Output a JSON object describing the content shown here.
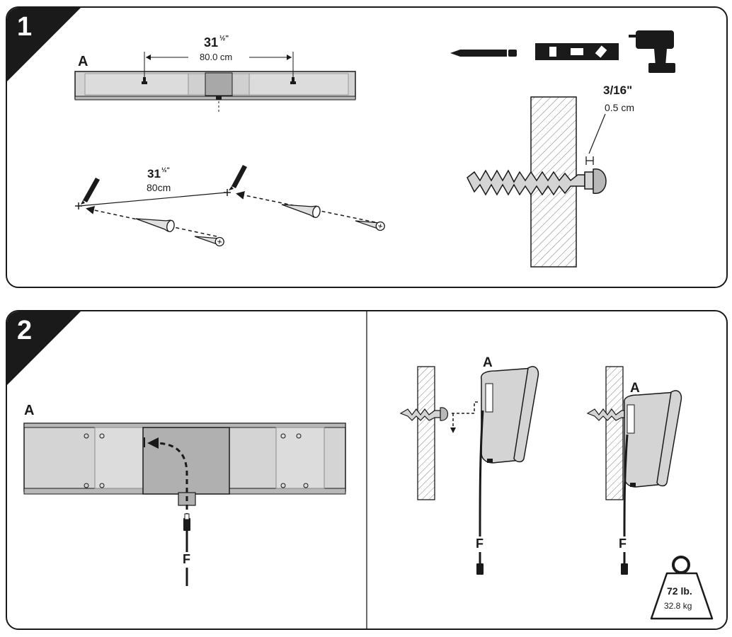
{
  "step1": {
    "number": "1",
    "part_label": "A",
    "width_whole": "31",
    "width_fraction": "½\"",
    "width_metric": "80.0 cm",
    "floor_width_whole": "31",
    "floor_width_fraction": "½\"",
    "floor_width_metric": "80cm",
    "screw_clearance_imperial": "3/16\"",
    "screw_clearance_metric": "0.5 cm",
    "tools": [
      "pencil-icon",
      "level-icon",
      "drill-icon"
    ]
  },
  "step2": {
    "number": "2",
    "part_label": "A",
    "cable_label": "F",
    "side_part_label_left": "A",
    "side_part_label_right": "A",
    "side_cable_label_left": "F",
    "side_cable_label_right": "F",
    "weight_imperial": "72 lb.",
    "weight_metric": "32.8 kg"
  },
  "colors": {
    "outline": "#1a1a1a",
    "device_fill": "#d4d4d4",
    "device_dark": "#b8b8b8",
    "hatch": "#8a8a8a",
    "step_badge": "#1a1a1a"
  }
}
